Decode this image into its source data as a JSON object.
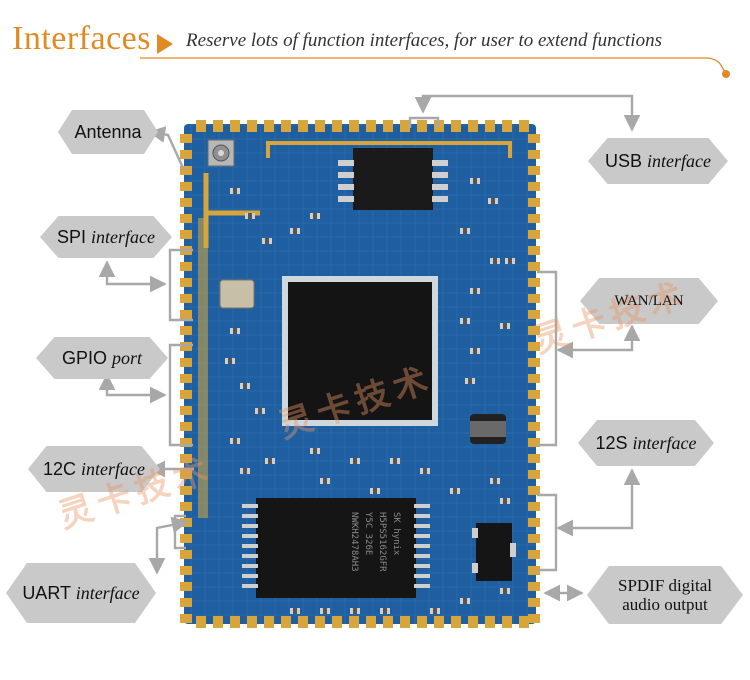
{
  "header": {
    "title": "Interfaces",
    "subtitle": "Reserve lots of  function interfaces, for user to extend functions"
  },
  "labels": {
    "antenna": "Antenna",
    "spi": {
      "main": "SPI",
      "italic": "interface"
    },
    "gpio": {
      "main": "GPIO",
      "italic": "port"
    },
    "i2c": {
      "main": "12C",
      "italic": "interface"
    },
    "uart": {
      "main": "UART",
      "italic": "interface"
    },
    "usb": {
      "main": "USB",
      "italic": "interface"
    },
    "wan_lan": "WAN/LAN",
    "i2s": {
      "main": "12S",
      "italic": "interface"
    },
    "spdif": {
      "line1": "SPDIF digital",
      "line2": "audio output"
    }
  },
  "board": {
    "memory_chip_text": [
      "SK hynix",
      "H5PS5162GFR",
      "Y5C    326E",
      "NWKH2478AH3"
    ]
  },
  "watermark_text": "灵卡技术",
  "colors": {
    "accent": "#e08a24",
    "pcb": "#1f5fa0",
    "gold": "#d7a53a",
    "tag_bg": "#c9c9c9",
    "arrow": "#a8a8a8"
  }
}
